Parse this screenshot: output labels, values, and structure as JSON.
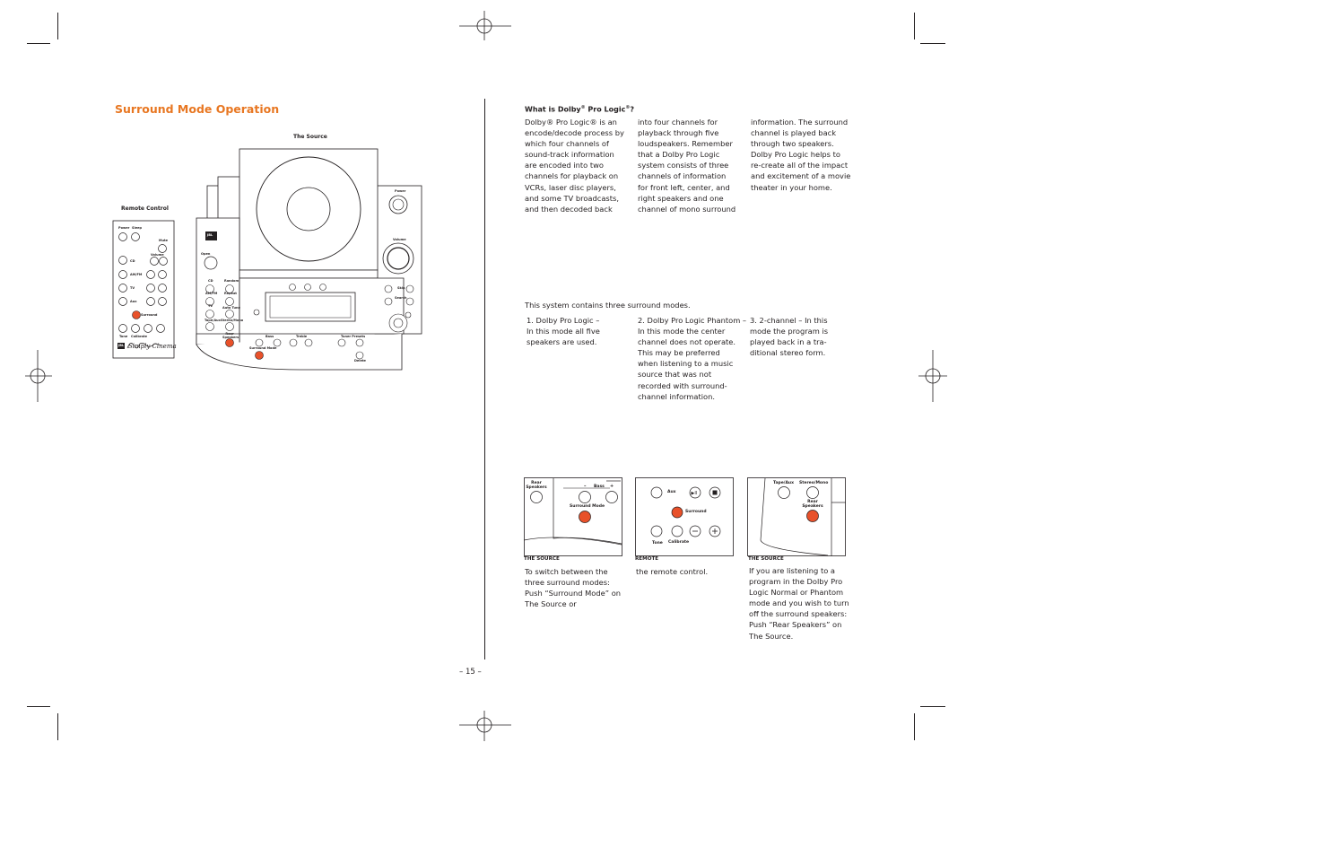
{
  "page": {
    "title": "Surround Mode Operation",
    "page_number": "– 15 –"
  },
  "left": {
    "source_label": "The Source",
    "remote_label": "Remote Control",
    "remote_buttons": {
      "power": "Power",
      "sleep": "Sleep",
      "mute": "Mute",
      "volume": "Volume",
      "cd": "CD",
      "am_fm": "AM/FM",
      "tv": "TV",
      "aux": "Aux",
      "surround": "Surround",
      "tone": "Tone",
      "calibrate": "Calibrate",
      "brand": "JBL",
      "product": "Simply Cinema"
    },
    "source_buttons": {
      "brand": "JBL",
      "open": "Open",
      "power": "Power",
      "volume": "Volume",
      "cd": "CD",
      "random": "Random",
      "am_fm": "AM/FM",
      "repeat": "Repeat",
      "tv": "TV",
      "auto_tune": "Auto Tune",
      "tape_aux": "Tape/Aux",
      "stereo_mono": "Stereo/Mono",
      "rear_speakers": "Rear Speakers",
      "bass": "Bass",
      "treble": "Treble",
      "tuner_presets": "Tuner Presets",
      "surround_mode": "Surround Mode",
      "skip": "Skip",
      "search": "Search",
      "delete": "Delete",
      "minus": "–",
      "plus": "+"
    }
  },
  "right": {
    "heading_pre": "What is Dolby",
    "heading_reg": "®",
    "heading_mid": " Pro Logic",
    "heading_end": "?",
    "col1": "Dolby® Pro Logic® is an\nencode/decode process by\nwhich four channels of\nsound-track information\nare encoded into two\nchannels for playback on\nVCRs, laser disc players,\nand some TV broadcasts,\nand then decoded back",
    "col2": "into four channels for\nplayback through five\nloudspeakers. Remember\nthat a Dolby Pro Logic\nsystem consists of three\nchannels of information\nfor front left, center, and\nright speakers and one\nchannel of mono surround",
    "col3": "information. The surround\nchannel is played back\nthrough two speakers.\nDolby Pro Logic helps to\nre-create all of the impact\nand excitement of a movie\ntheater in your home.",
    "modes_intro": "This system contains three surround modes.",
    "mode1": "1. Dolby Pro Logic –\nIn this mode all five\nspeakers are used.",
    "mode2": "2. Dolby Pro Logic Phantom –\nIn this mode the center\nchannel does not operate.\nThis may be preferred\nwhen listening to a music\nsource that was not\nrecorded with surround-\nchannel information.",
    "mode3": "3. 2-channel – In this\nmode the program is\nplayed back in a tra-\nditional stereo form.",
    "panels": [
      {
        "caption": "THE SOURCE",
        "labels": {
          "rear_speakers": "Rear\nSpeakers",
          "bass": "Bass",
          "minus": "–",
          "plus": "+",
          "surround_mode": "Surround Mode"
        },
        "text": "To switch between the\nthree surround modes:\nPush “Surround Mode” on\nThe Source or"
      },
      {
        "caption": "REMOTE",
        "labels": {
          "aux": "Aux",
          "surround": "Surround",
          "tone": "Tone",
          "calibrate": "Calibrate"
        },
        "text": "the remote control."
      },
      {
        "caption": "THE SOURCE",
        "labels": {
          "tape_aux": "Tape/Aux",
          "stereo_mono": "Stereo/Mono",
          "rear_speakers": "Rear\nSpeakers"
        },
        "text": "If you are listening to a\nprogram in the Dolby Pro\nLogic Normal or Phantom\nmode and you wish to turn\noff the surround speakers:\nPush “Rear Speakers” on\nThe Source."
      }
    ]
  },
  "colors": {
    "accent": "#e87722",
    "button_orange": "#e8512a",
    "ink": "#231f20"
  },
  "icons": [
    "crop-mark",
    "registration-mark-icon",
    "play-pause-icon",
    "stop-icon",
    "minus-icon",
    "plus-icon",
    "skip-back-icon",
    "skip-forward-icon"
  ]
}
